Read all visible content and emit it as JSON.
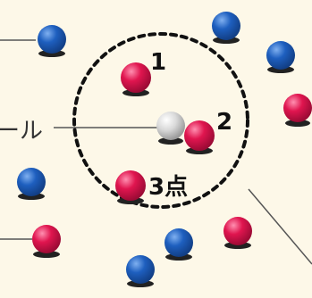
{
  "colors": {
    "background": "#fdf8e8",
    "blue_ball": "#1e5fbf",
    "red_ball": "#e0154f",
    "white_ball": "#d9d9d9",
    "circle": "#111111",
    "leader_line": "#555555"
  },
  "labels": {
    "ball_1": "1",
    "ball_2": "2",
    "ball_3": "3点",
    "white_ball_caption_partial": "ール"
  }
}
